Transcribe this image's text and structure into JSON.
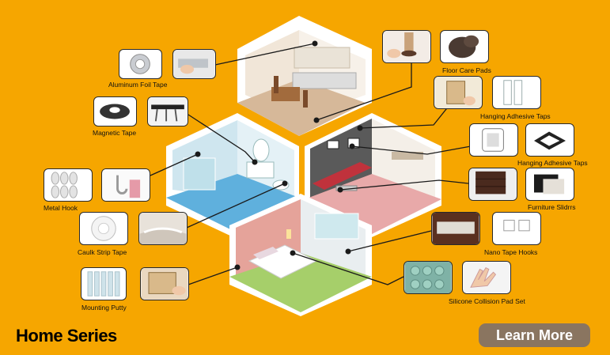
{
  "series_title": "Home Series",
  "cta_label": "Learn More",
  "colors": {
    "background": "#f6a600",
    "button": "#8a7560",
    "kitchen_wall": "#f1e6d8",
    "kitchen_floor": "#d6b899",
    "bath_wall": "#cfe6ef",
    "bath_floor": "#5fb0dd",
    "living_wall": "#5a5a5a",
    "living_floor": "#e8a9a9",
    "bed_wall": "#e5a39a",
    "bed_floor": "#a6cf6a"
  },
  "labels": {
    "aluminum_foil_tape": "Aluminum Foil Tape",
    "magnetic_tape": "Magnetic Tape",
    "metal_hook": "Metal Hook",
    "caulk_strip_tape": "Caulk Strip Tape",
    "mounting_putty": "Mounting Putty",
    "floor_care_pads": "Floor Care Pads",
    "hanging_adhesive_taps_1": "Hanging Adhesive Taps",
    "hanging_adhesive_taps_2": "Hanging Adhesive Taps",
    "furniture_sliders": "Furniture Slidrrs",
    "nano_tape_hooks": "Nano Tape Hooks",
    "silicone_collision_pad_set": "Silicone Collision Pad Set"
  }
}
